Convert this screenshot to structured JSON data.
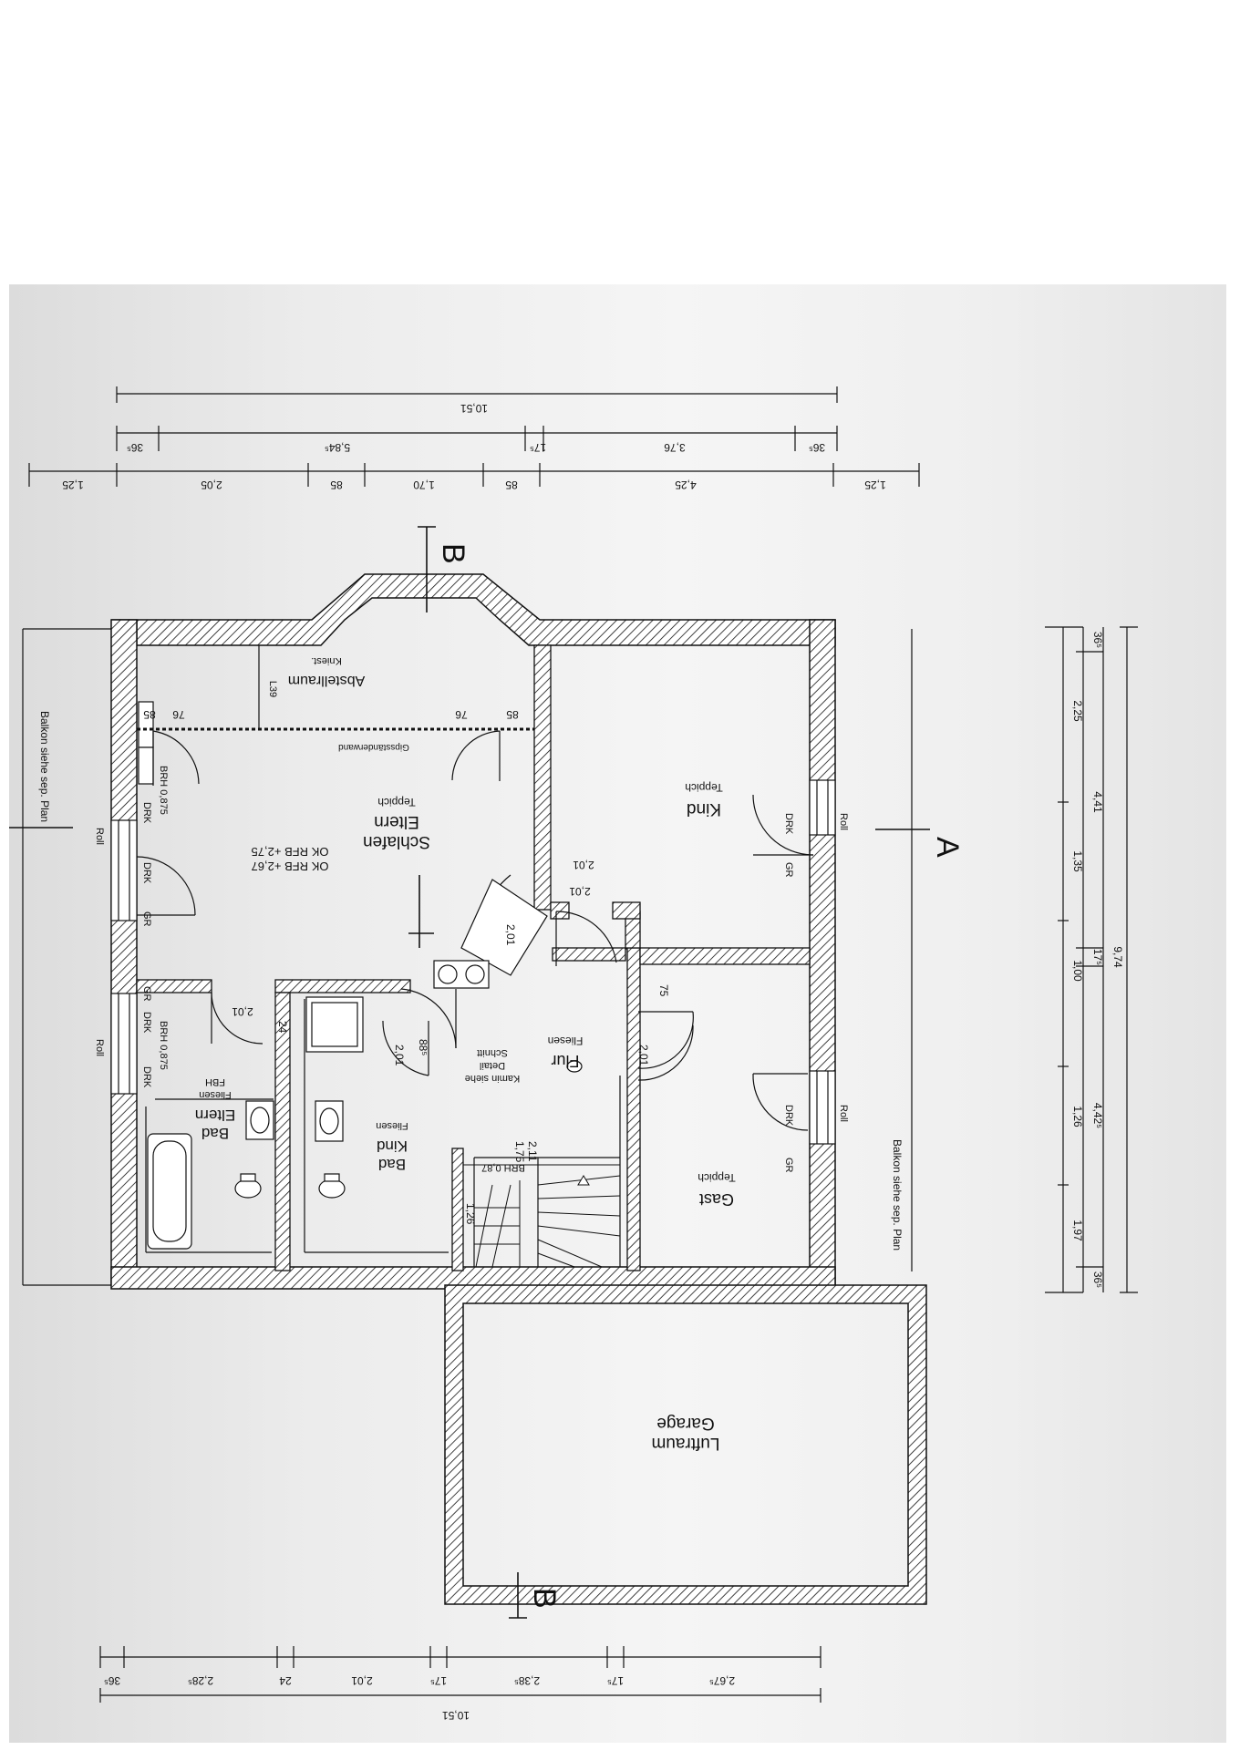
{
  "rooms": {
    "abstellraum": "Abstellraum",
    "abstellraum_sub": "Kniest.",
    "abstellraum_code": "L39",
    "schlafen": [
      "Schlafen",
      "Eltern"
    ],
    "schlafen_floor": "Teppich",
    "schlafen_note1": "OK RFB +2,67",
    "schlafen_note2": "OK RFB +2,75",
    "schrank": "Gipsständerwand",
    "kind1": "Kind",
    "kind1_floor": "Teppich",
    "flur": "Flur",
    "flur_floor": "Fliesen",
    "flur_kamin": "Kamin siehe",
    "flur_detail": "Detail",
    "flur_schnitt": "Schnitt",
    "bad_eltern": [
      "Bad",
      "Eltern"
    ],
    "bad_eltern_floor": "Fliesen",
    "bad_eltern_fbh": "FBH",
    "bad_eltern_brh": "BRH 0,875",
    "bad_kind": [
      "Bad",
      "Kind"
    ],
    "bad_kind_floor": "Fliesen",
    "gast": "Gast",
    "gast_floor": "Teppich",
    "garage": [
      "Luftraum",
      "Garage"
    ],
    "brh_flur": "BRH 0,87",
    "brh_schlafen": "BRH 0,875"
  },
  "marks": {
    "drk": "DRK",
    "gr": "GR",
    "roll": "Roll",
    "section_a": "A",
    "section_b": "B",
    "balkon_left": "Balkon siehe sep. Plan",
    "balkon_right": "Balkon siehe sep. Plan"
  },
  "dims": {
    "top_total": "10,51",
    "top_row2": [
      "36⁵",
      "5,84⁵",
      "17⁵",
      "3,76",
      "36⁵"
    ],
    "top_row3": [
      "1,25",
      "2,05",
      "85",
      "1,70",
      "85",
      "4,25",
      "1,25"
    ],
    "bottom_total": "10,51",
    "bottom_row": [
      "36⁵",
      "2,28⁵",
      "24",
      "2,01",
      "17⁵",
      "2,38⁵",
      "17⁵",
      "2,67⁵"
    ],
    "right_total": "9,74",
    "right_a": [
      "36⁵",
      "4,41",
      "17⁵",
      "4,42⁵",
      "36⁵"
    ],
    "right_b": [
      "2,25",
      "1,35",
      "1,00",
      "1,26",
      "1,97"
    ],
    "door_widths": [
      "2,01",
      "2,01",
      "2,01",
      "2,01",
      "2,01",
      "2,01"
    ],
    "small": [
      "76",
      "85",
      "76",
      "85",
      "1,26",
      "1,75",
      "2,11",
      "24",
      "75",
      "88⁵"
    ]
  }
}
